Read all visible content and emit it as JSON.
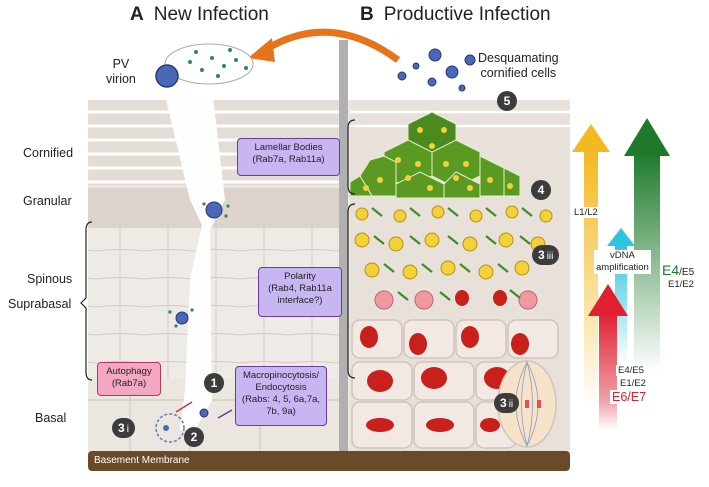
{
  "panels": {
    "a": {
      "letter": "A",
      "title": "New Infection"
    },
    "b": {
      "letter": "B",
      "title": "Productive Infection"
    }
  },
  "virion_label": "PV\nvirion",
  "desquamating_label": "Desquamating\ncornified cells",
  "layers": {
    "cornified": "Cornified",
    "granular": "Granular",
    "spinous": "Spinous",
    "suprabasal": "Suprabasal",
    "basal": "Basal",
    "basement": "Basement Membrane"
  },
  "boxes": {
    "lamellar": "Lamellar Bodies\n(Rab7a, Rab11a)",
    "polarity": "Polarity\n(Rab4, Rab11a\ninterface?)",
    "autophagy": "Autophagy\n(Rab7a)",
    "macro": "Macropinocytosis/\nEndocytosis\n(Rabs: 4, 5, 6a,7a,\n7b, 9a)"
  },
  "steps": {
    "s1": "1",
    "s2": "2",
    "s3i_num": "3",
    "s3i_sub": "i",
    "s3ii_num": "3",
    "s3ii_sub": "ii",
    "s3iii_num": "3",
    "s3iii_sub": "iii",
    "s4": "4",
    "s5": "5"
  },
  "arrows": {
    "l1l2": "L1/L2",
    "vdna": "vDNA\namplification",
    "e4_big": "E4",
    "e5_small": "/E5",
    "e1e2_top": "E1/E2",
    "e4e5": "E4/E5",
    "e1e2": "E1/E2",
    "e6e7": "E6/E7"
  },
  "colors": {
    "lamellar_fill": "#c8b6f2",
    "autophagy_fill": "#f4a7c2",
    "l1l2_arrow": "#f4b820",
    "vdna_arrow": "#2ec4e0",
    "e4_arrow": "#1e7a2a",
    "e6e7_arrow": "#e02030",
    "curved_arrow": "#e8741a",
    "basement": "#6b4a2a"
  }
}
